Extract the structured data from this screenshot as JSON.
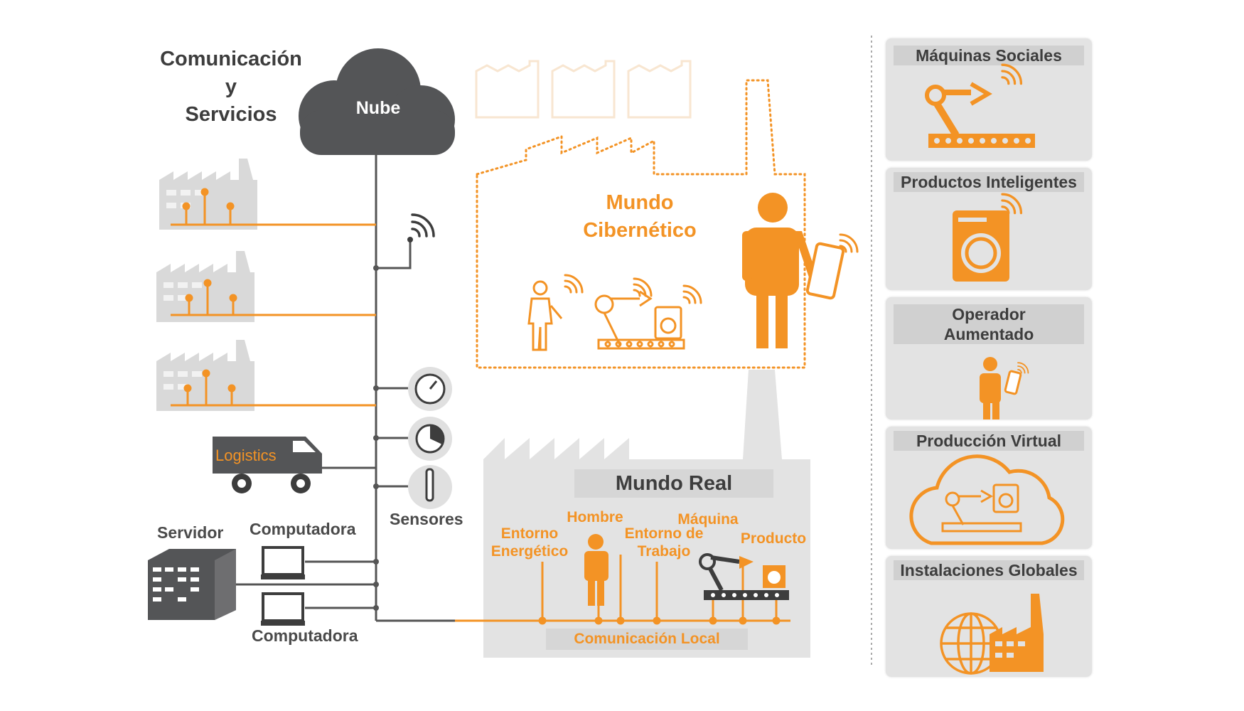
{
  "left": {
    "title": "Comunicación\ny\nServicios",
    "cloud": "Nube",
    "truck": "Logistics",
    "sensors": "Sensores",
    "server": "Servidor",
    "computer_top": "Computadora",
    "computer_bottom": "Computadora"
  },
  "cyber": {
    "title": "Mundo\nCibernético"
  },
  "real": {
    "title": "Mundo Real",
    "energy": "Entorno\nEnergético",
    "man": "Hombre",
    "machine": "Máquina",
    "work": "Entorno de\nTrabajo",
    "product": "Producto",
    "local": "Comunicación Local"
  },
  "cards": [
    {
      "title": "Máquinas Sociales"
    },
    {
      "title": "Productos Inteligentes"
    },
    {
      "title": "Operador\nAumentado"
    },
    {
      "title": "Producción Virtual"
    },
    {
      "title": "Instalaciones Globales"
    }
  ],
  "colors": {
    "orange": "#f39325",
    "dark": "#545557",
    "grey": "#d9d9d9",
    "card": "#e3e3e3"
  }
}
